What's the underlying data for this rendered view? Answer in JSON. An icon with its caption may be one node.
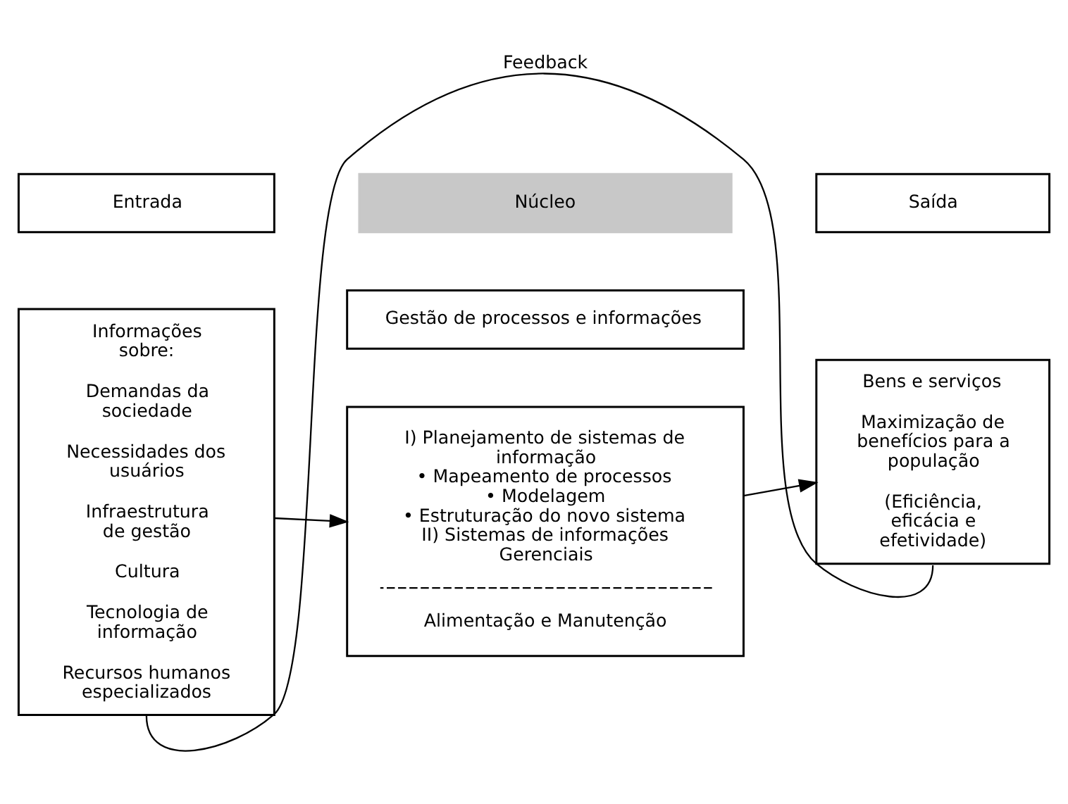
{
  "diagram": {
    "nodes": [
      {
        "text": [
          "Núcleo"
        ]
      },
      {
        "text": [
          "Entrada"
        ]
      },
      {
        "text": [
          "Gestão de processos e informações"
        ]
      },
      {
        "text": [
          "Saída"
        ]
      },
      {
        "text": [
          "Informações sobre:",
          "Demandas da sociedade",
          "Necessidades dos usuários",
          "Infraestrutura de gestão",
          "Cultura",
          "Tecnologia de informação",
          "Recursos humanos especializados"
        ]
      },
      {
        "text": [
          "I) Planejamento de sistemas de informação",
          "• Mapeamento de processos",
          "• Modelagem",
          "• Estruturação do novo sistema",
          "II) Sistemas de informações Gerenciais",
          "Alimentação e Manutenção"
        ]
      },
      {
        "text": [
          "Bens e serviços",
          "Maximização de benefícios para a população",
          "(Eficiência, eficácia e efetividade)"
        ]
      }
    ],
    "edges": [
      {
        "from": 4,
        "to": 5,
        "arrow": "to"
      },
      {
        "from": 5,
        "to": 6,
        "arrow": "to"
      },
      {
        "from": 6,
        "to": 4,
        "arrow": "none",
        "label": "Feedback"
      }
    ]
  }
}
